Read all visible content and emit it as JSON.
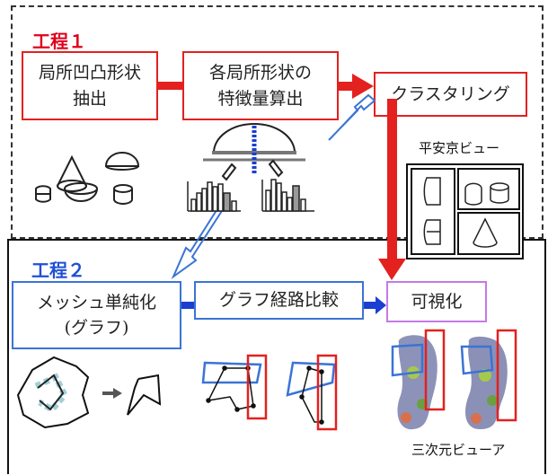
{
  "process1": {
    "label": "工程１",
    "step1": "局所凹凸形状\n抽出",
    "step2": "各局所形状の\n特徴量算出",
    "step3": "クラスタリング",
    "viewer_caption": "平安京ビュー"
  },
  "process2": {
    "label": "工程２",
    "step1": "メッシュ単純化\n(グラフ)",
    "step2": "グラフ経路比較",
    "step3": "可視化",
    "viewer_caption": "三次元ビューア"
  },
  "colors": {
    "process1_accent": "#e3211f",
    "process2_accent": "#3a74d6",
    "visualize_border": "#c47ae6"
  }
}
